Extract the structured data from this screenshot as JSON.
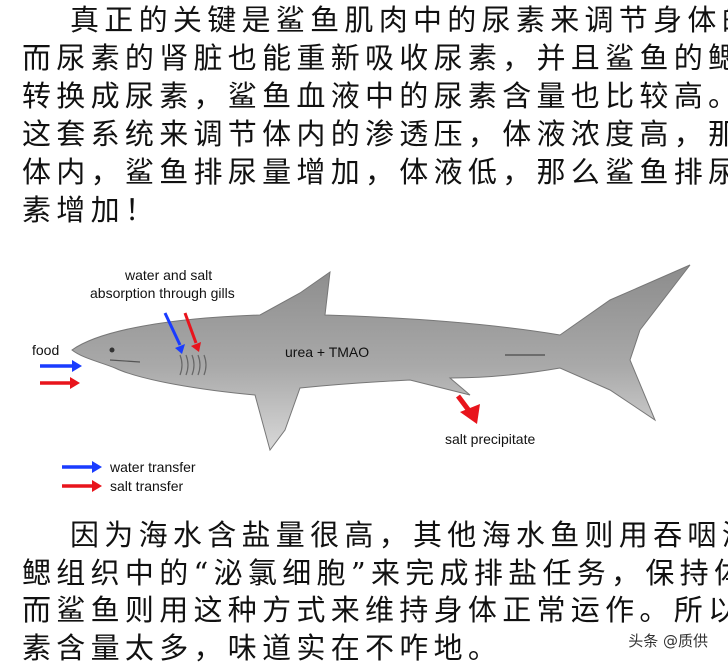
{
  "paragraph1": [
    "真正的关键是鲨鱼肌肉中的尿素来调节身体的渗透压，",
    "而尿素的肾脏也能重新吸收尿素，并且鲨鱼的鳃可以吸收氨",
    "转换成尿素，鲨鱼血液中的尿素含量也比较高。而鲨鱼就用",
    "这套系统来调节体内的渗透压，体液浓度高，那么水分渗入",
    "体内，鲨鱼排尿量增加，体液低，那么鲨鱼排尿量减少，尿",
    "素增加！"
  ],
  "diagram": {
    "gills_label_1": "water and salt",
    "gills_label_2": "absorption through gills",
    "food_label": "food",
    "body_label": "urea + TMAO",
    "salt_label": "salt precipitate",
    "legend": [
      {
        "label": "water transfer",
        "color": "#1a3cff"
      },
      {
        "label": "salt transfer",
        "color": "#e8141c"
      }
    ]
  },
  "paragraph2": [
    "因为海水含盐量很高，其他海水鱼则用吞咽海水，再用",
    "鳃组织中的“泌氯细胞”来完成排盐任务，保持体内渗透压，",
    "而鲨鱼则用这种方式来维持身体正常运作。所以鲨鱼肉中尿",
    "素含量太多，味道实在不咋地。"
  ],
  "watermark": "头条 @质供"
}
